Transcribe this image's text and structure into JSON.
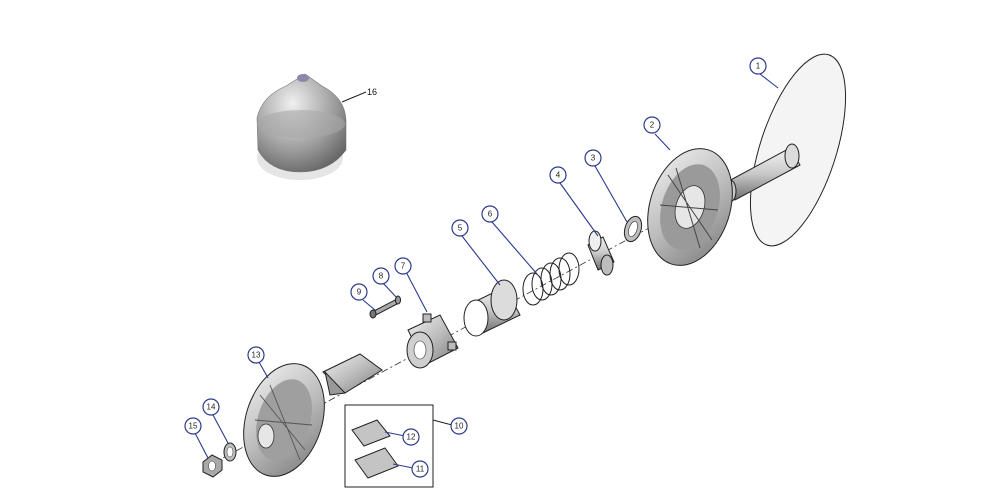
{
  "callouts": {
    "c1": "1",
    "c2": "2",
    "c3": "3",
    "c4": "4",
    "c5": "5",
    "c6": "6",
    "c7": "7",
    "c8": "8",
    "c9": "9",
    "c10": "10",
    "c11": "11",
    "c12": "12",
    "c13": "13",
    "c14": "14",
    "c15": "15",
    "c16": "16"
  },
  "colors": {
    "callout_stroke": "#2a3a8c",
    "part_fill_light": "#d9d9d9",
    "part_fill_dark": "#8c8c8c"
  }
}
